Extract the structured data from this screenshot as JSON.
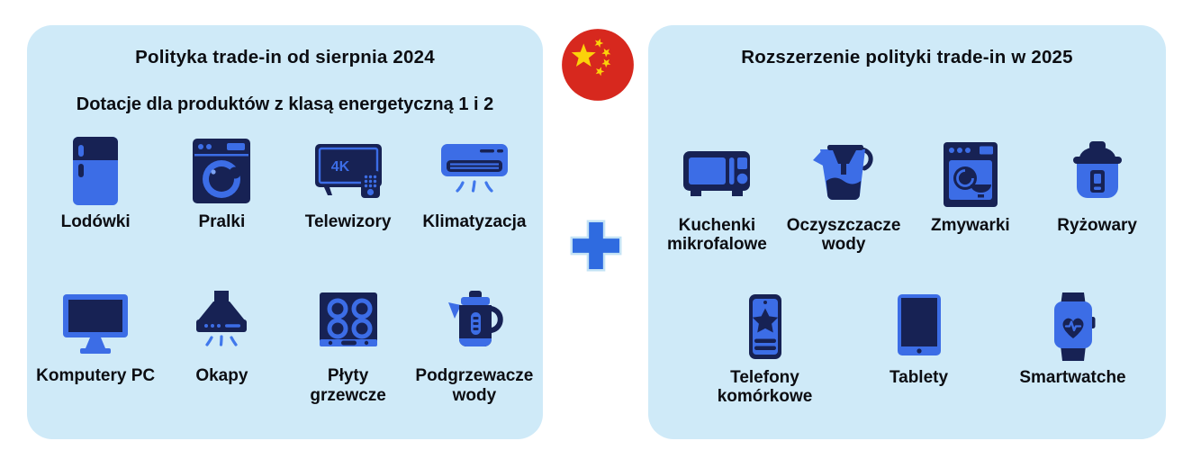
{
  "left_panel": {
    "title": "Polityka trade-in od sierpnia 2024",
    "subtitle": "Dotacje dla produktów z klasą energetyczną 1 i 2",
    "items": [
      {
        "label": "Lodówki",
        "icon": "fridge-icon"
      },
      {
        "label": "Pralki",
        "icon": "washing-machine-icon"
      },
      {
        "label": "Telewizory",
        "icon": "tv-icon",
        "screen_label": "4K"
      },
      {
        "label": "Klimatyzacja",
        "icon": "air-conditioner-icon"
      },
      {
        "label": "Komputery PC",
        "icon": "desktop-computer-icon"
      },
      {
        "label": "Okapy",
        "icon": "range-hood-icon"
      },
      {
        "label": "Płyty grzewcze",
        "icon": "cooktop-icon"
      },
      {
        "label": "Podgrzewacze wody",
        "icon": "kettle-icon"
      }
    ]
  },
  "right_panel": {
    "title": "Rozszerzenie polityki trade-in w 2025",
    "items": [
      {
        "label": "Kuchenki mikrofalowe",
        "icon": "microwave-icon"
      },
      {
        "label": "Oczyszczacze wody",
        "icon": "water-purifier-icon"
      },
      {
        "label": "Zmywarki",
        "icon": "dishwasher-icon"
      },
      {
        "label": "Ryżowary",
        "icon": "rice-cooker-icon"
      },
      {
        "label": "Telefony komórkowe",
        "icon": "mobile-phone-icon"
      },
      {
        "label": "Tablety",
        "icon": "tablet-icon"
      },
      {
        "label": "Smartwatche",
        "icon": "smartwatch-icon"
      }
    ]
  },
  "divider": {
    "flag_icon": "china-flag-icon",
    "plus_icon": "plus-icon"
  },
  "colors": {
    "panel_bg": "#cfeaf8",
    "icon_navy": "#172254",
    "icon_blue": "#3c6de6",
    "plus_blue": "#2f6be0",
    "flag_red": "#d7281e",
    "flag_yellow": "#fbd20a",
    "text": "#0c0d12",
    "background": "#ffffff"
  }
}
